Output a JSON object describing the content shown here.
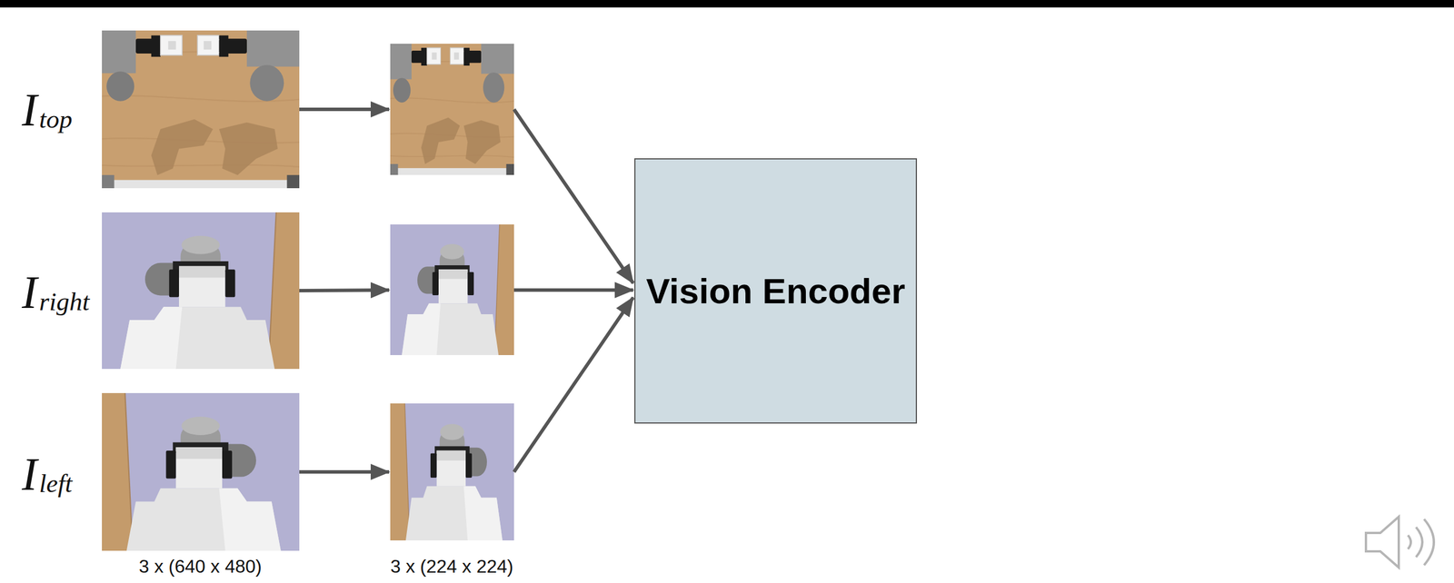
{
  "diagram": {
    "nodes": [
      {
        "text": [
          "Vision Encoder"
        ]
      }
    ],
    "labels": [
      "I",
      "top",
      "I",
      "right",
      "I",
      "left",
      "3 x (640 x 480)",
      "3 x (224 x 224)"
    ]
  }
}
